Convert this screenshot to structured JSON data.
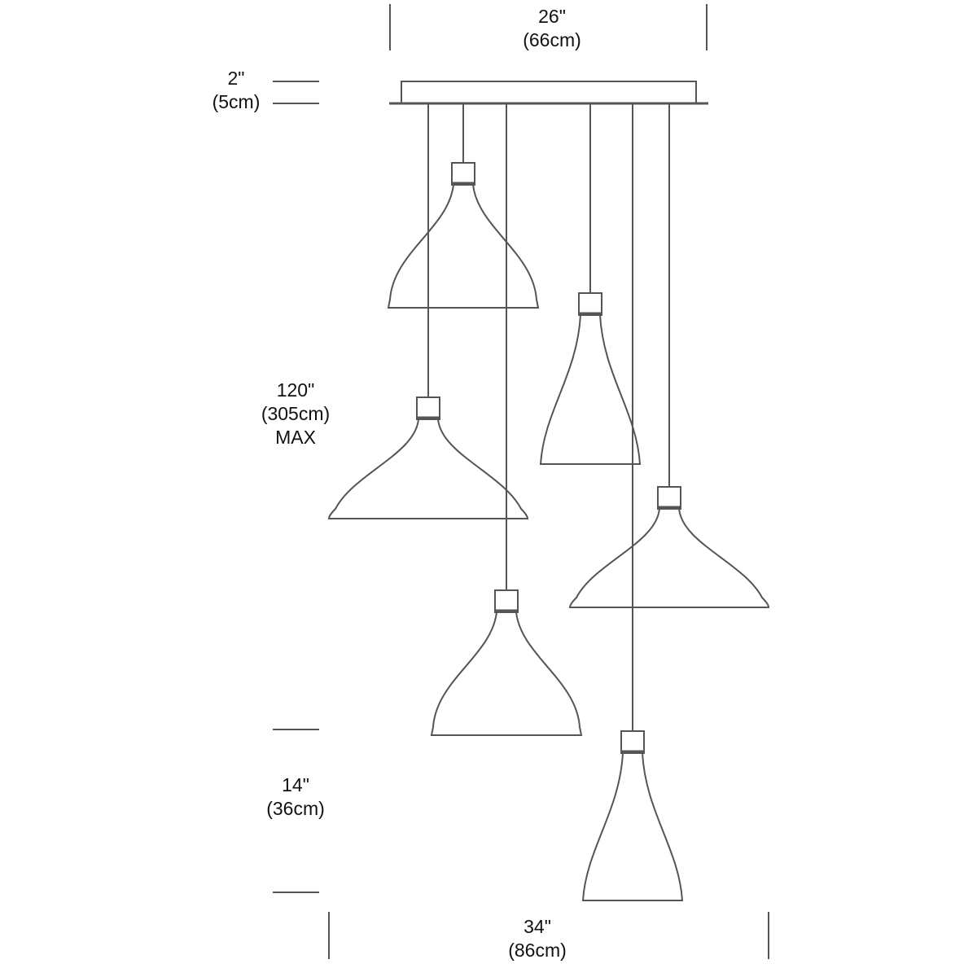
{
  "dimensions": {
    "canopy_width": {
      "imperial": "26\"",
      "metric": "(66cm)"
    },
    "canopy_height": {
      "imperial": "2\"",
      "metric": "(5cm)"
    },
    "overall_height": {
      "imperial": "120\"",
      "metric": "(305cm)",
      "note": "MAX"
    },
    "pendant_height": {
      "imperial": "14\"",
      "metric": "(36cm)"
    },
    "overall_width": {
      "imperial": "34\"",
      "metric": "(86cm)"
    }
  },
  "colors": {
    "line": "#555555",
    "text": "#111111"
  }
}
